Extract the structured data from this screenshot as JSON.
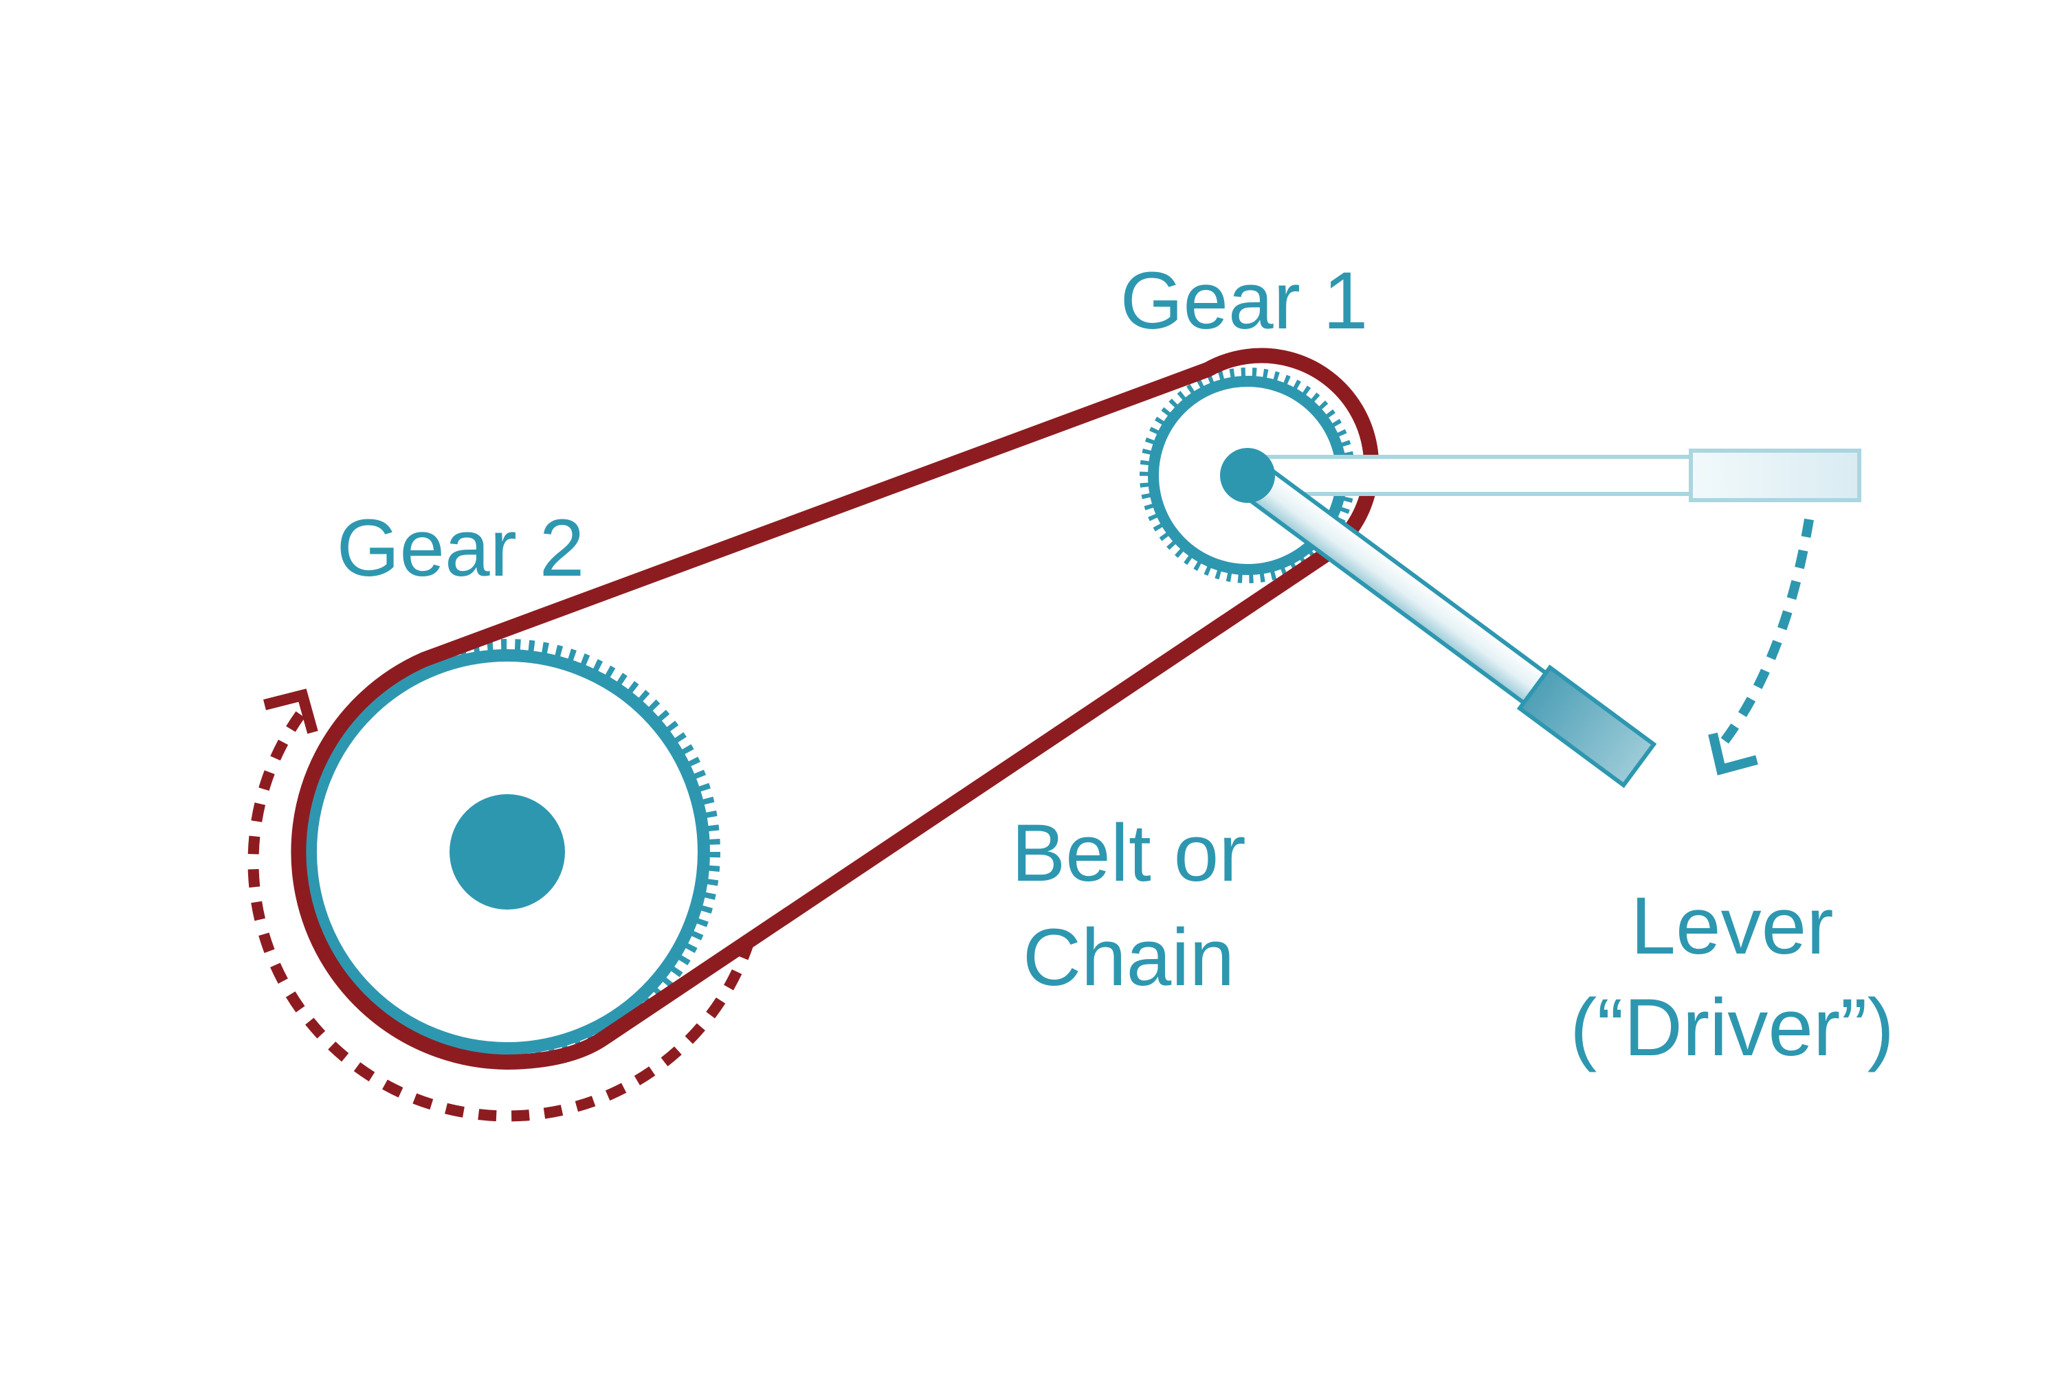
{
  "labels": {
    "gear1": "Gear 1",
    "gear2": "Gear 2",
    "belt_line1": "Belt or",
    "belt_line2": "Chain",
    "lever_line1": "Lever",
    "lever_line2": "(“Driver”)"
  },
  "colors": {
    "belt": "#8d1c21",
    "gear": "#2e97b0",
    "lever_ghost": "#a9d6e0",
    "background": "#ffffff"
  },
  "icons": {
    "rotation_arrow_gear2": "dashed-curved-arrow",
    "rotation_arrow_lever": "dashed-curved-arrow"
  }
}
